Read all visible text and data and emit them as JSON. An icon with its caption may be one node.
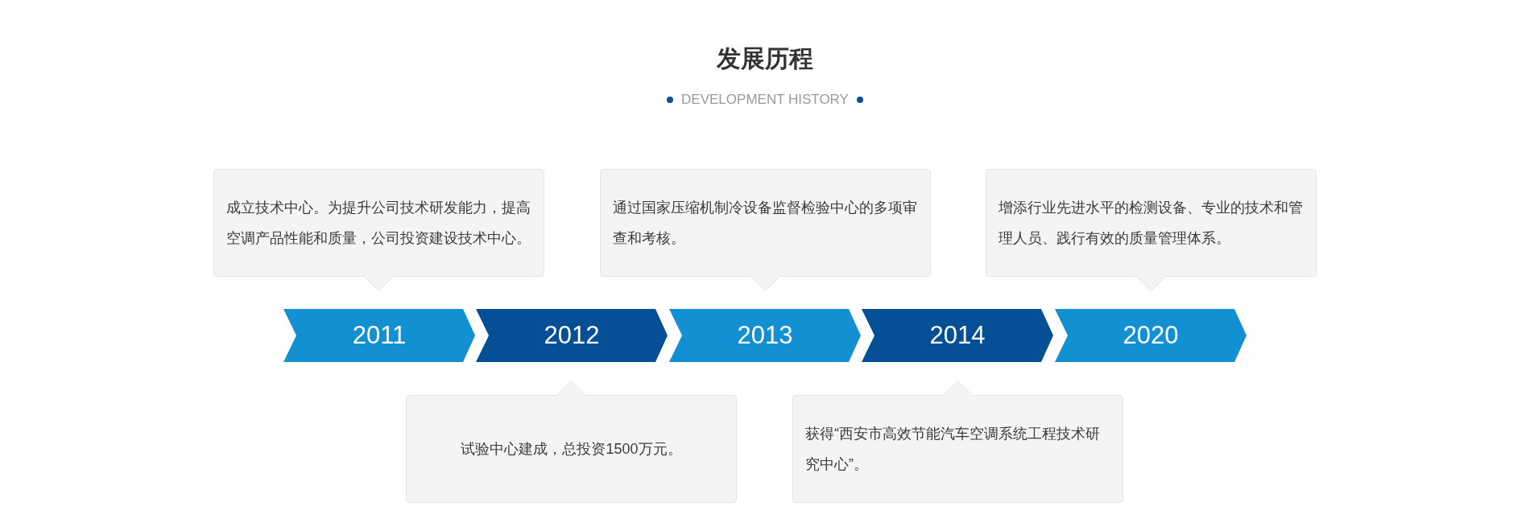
{
  "diagram": {
    "title": "发展历程",
    "nodes": [
      {
        "text": [
          "成立技术中心。为提升公司技术研发能力，提高空调产品性能和质量，公司投资建设技术中心。"
        ]
      },
      {
        "text": [
          "通过国家压缩机制冷设备监督检验中心的多项审查和考核。"
        ]
      },
      {
        "text": [
          "增添行业先进水平的检测设备、专业的技术和管理人员、践行有效的质量管理体系。"
        ]
      },
      {
        "text": [
          "2011"
        ]
      },
      {
        "text": [
          "2012"
        ]
      },
      {
        "text": [
          "2013"
        ]
      },
      {
        "text": [
          "2014"
        ]
      },
      {
        "text": [
          "2020"
        ]
      },
      {
        "text": [
          "试验中心建成，总投资1500万元。"
        ]
      },
      {
        "text": [
          "获得“西安市高效节能汽车空调系统工程技术研究中心”。"
        ]
      }
    ],
    "labels": [
      "DEVELOPMENT HISTORY"
    ]
  }
}
